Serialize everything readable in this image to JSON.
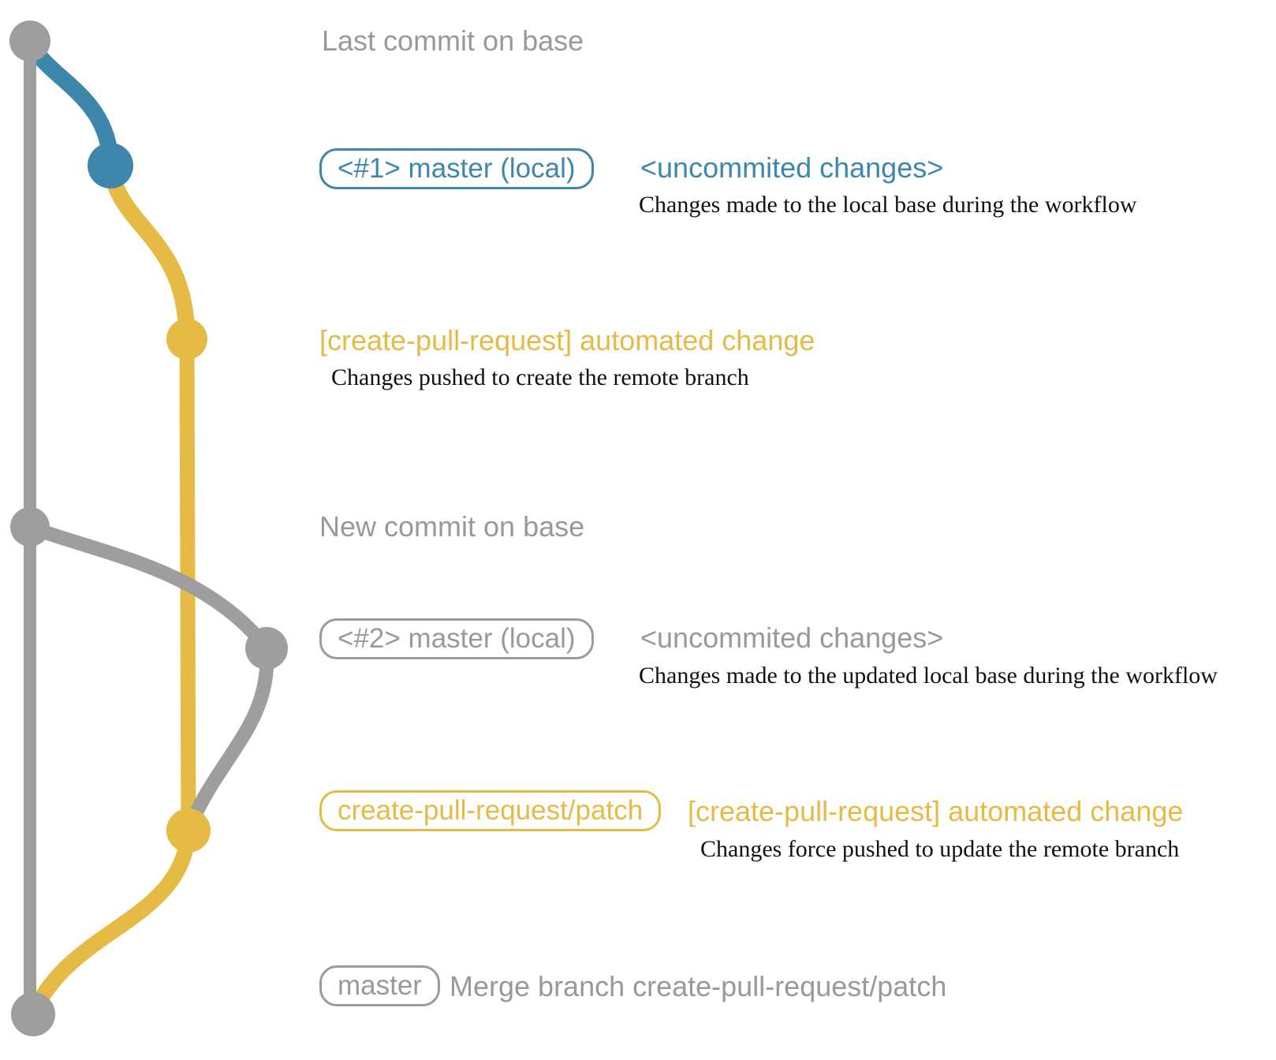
{
  "colors": {
    "base_gray": "#9e9e9e",
    "text_gray": "#999999",
    "local_blue": "#3d87ac",
    "patch_yellow": "#e5ba45",
    "description_black": "#111111"
  },
  "diagram": {
    "row_last_commit": {
      "label": "Last commit on base"
    },
    "row_local_commit_1": {
      "badge": "<#1> master (local)",
      "commit_message": "<uncommited changes>",
      "description": "Changes made to the local base during the workflow"
    },
    "row_patch_push_1": {
      "commit_message": "[create-pull-request] automated change",
      "description": "Changes pushed to create the remote branch"
    },
    "row_new_commit": {
      "label": "New commit on base"
    },
    "row_local_commit_2": {
      "badge": "<#2> master (local)",
      "commit_message": "<uncommited changes>",
      "description": "Changes made to the updated local base during the workflow"
    },
    "row_patch_push_2": {
      "badge": "create-pull-request/patch",
      "commit_message": "[create-pull-request] automated change",
      "description": "Changes force pushed to update the remote branch"
    },
    "row_merge": {
      "badge": "master",
      "commit_message": "Merge branch create-pull-request/patch"
    }
  }
}
